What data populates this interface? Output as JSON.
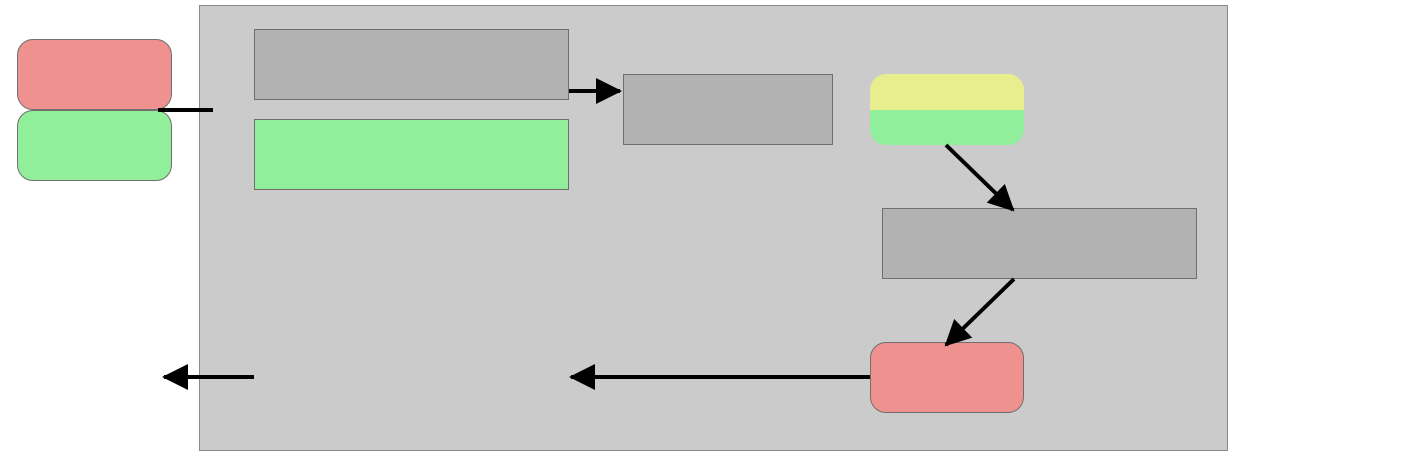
{
  "colors": {
    "canvas_background": "#ffffff",
    "container_fill": "#cbcbcb",
    "process_fill": "#b2b2b2",
    "red_fill": "#ef918e",
    "green_fill": "#91ee9a",
    "yellow_fill": "#e8ee8e",
    "border": "#6f6f6f",
    "arrow": "#000000"
  },
  "diagram": {
    "container": {
      "label": ""
    },
    "nodes": {
      "left_red_pill": {
        "label": "",
        "shape": "rounded-rectangle",
        "fill": "red"
      },
      "left_green_pill": {
        "label": "",
        "shape": "rounded-rectangle",
        "fill": "green"
      },
      "top_process_box": {
        "label": "",
        "shape": "rectangle",
        "fill": "gray"
      },
      "green_bar": {
        "label": "",
        "shape": "rectangle",
        "fill": "green"
      },
      "middle_process_box": {
        "label": "",
        "shape": "rectangle",
        "fill": "gray"
      },
      "yellow_green_pill": {
        "label": "",
        "shape": "rounded-rectangle",
        "fill": "yellow-over-green"
      },
      "right_process_box": {
        "label": "",
        "shape": "rectangle",
        "fill": "gray"
      },
      "bottom_red_pill": {
        "label": "",
        "shape": "rounded-rectangle",
        "fill": "red"
      }
    },
    "connectors": [
      {
        "name": "connector-left-pills-to-container",
        "from": "left_red_pill",
        "to": "container",
        "arrowhead": false
      },
      {
        "name": "arrow-top-box-to-middle-box",
        "from": "top_process_box",
        "to": "middle_process_box",
        "arrowhead": true
      },
      {
        "name": "arrow-yellow-pill-to-right-box",
        "from": "yellow_green_pill",
        "to": "right_process_box",
        "arrowhead": true
      },
      {
        "name": "arrow-right-box-to-bottom-pill",
        "from": "right_process_box",
        "to": "bottom_red_pill",
        "arrowhead": true
      },
      {
        "name": "arrow-bottom-pill-leftward",
        "from": "bottom_red_pill",
        "to": "left",
        "arrowhead": true
      },
      {
        "name": "arrow-exit-left",
        "from": "container",
        "to": "left",
        "arrowhead": true
      }
    ]
  }
}
